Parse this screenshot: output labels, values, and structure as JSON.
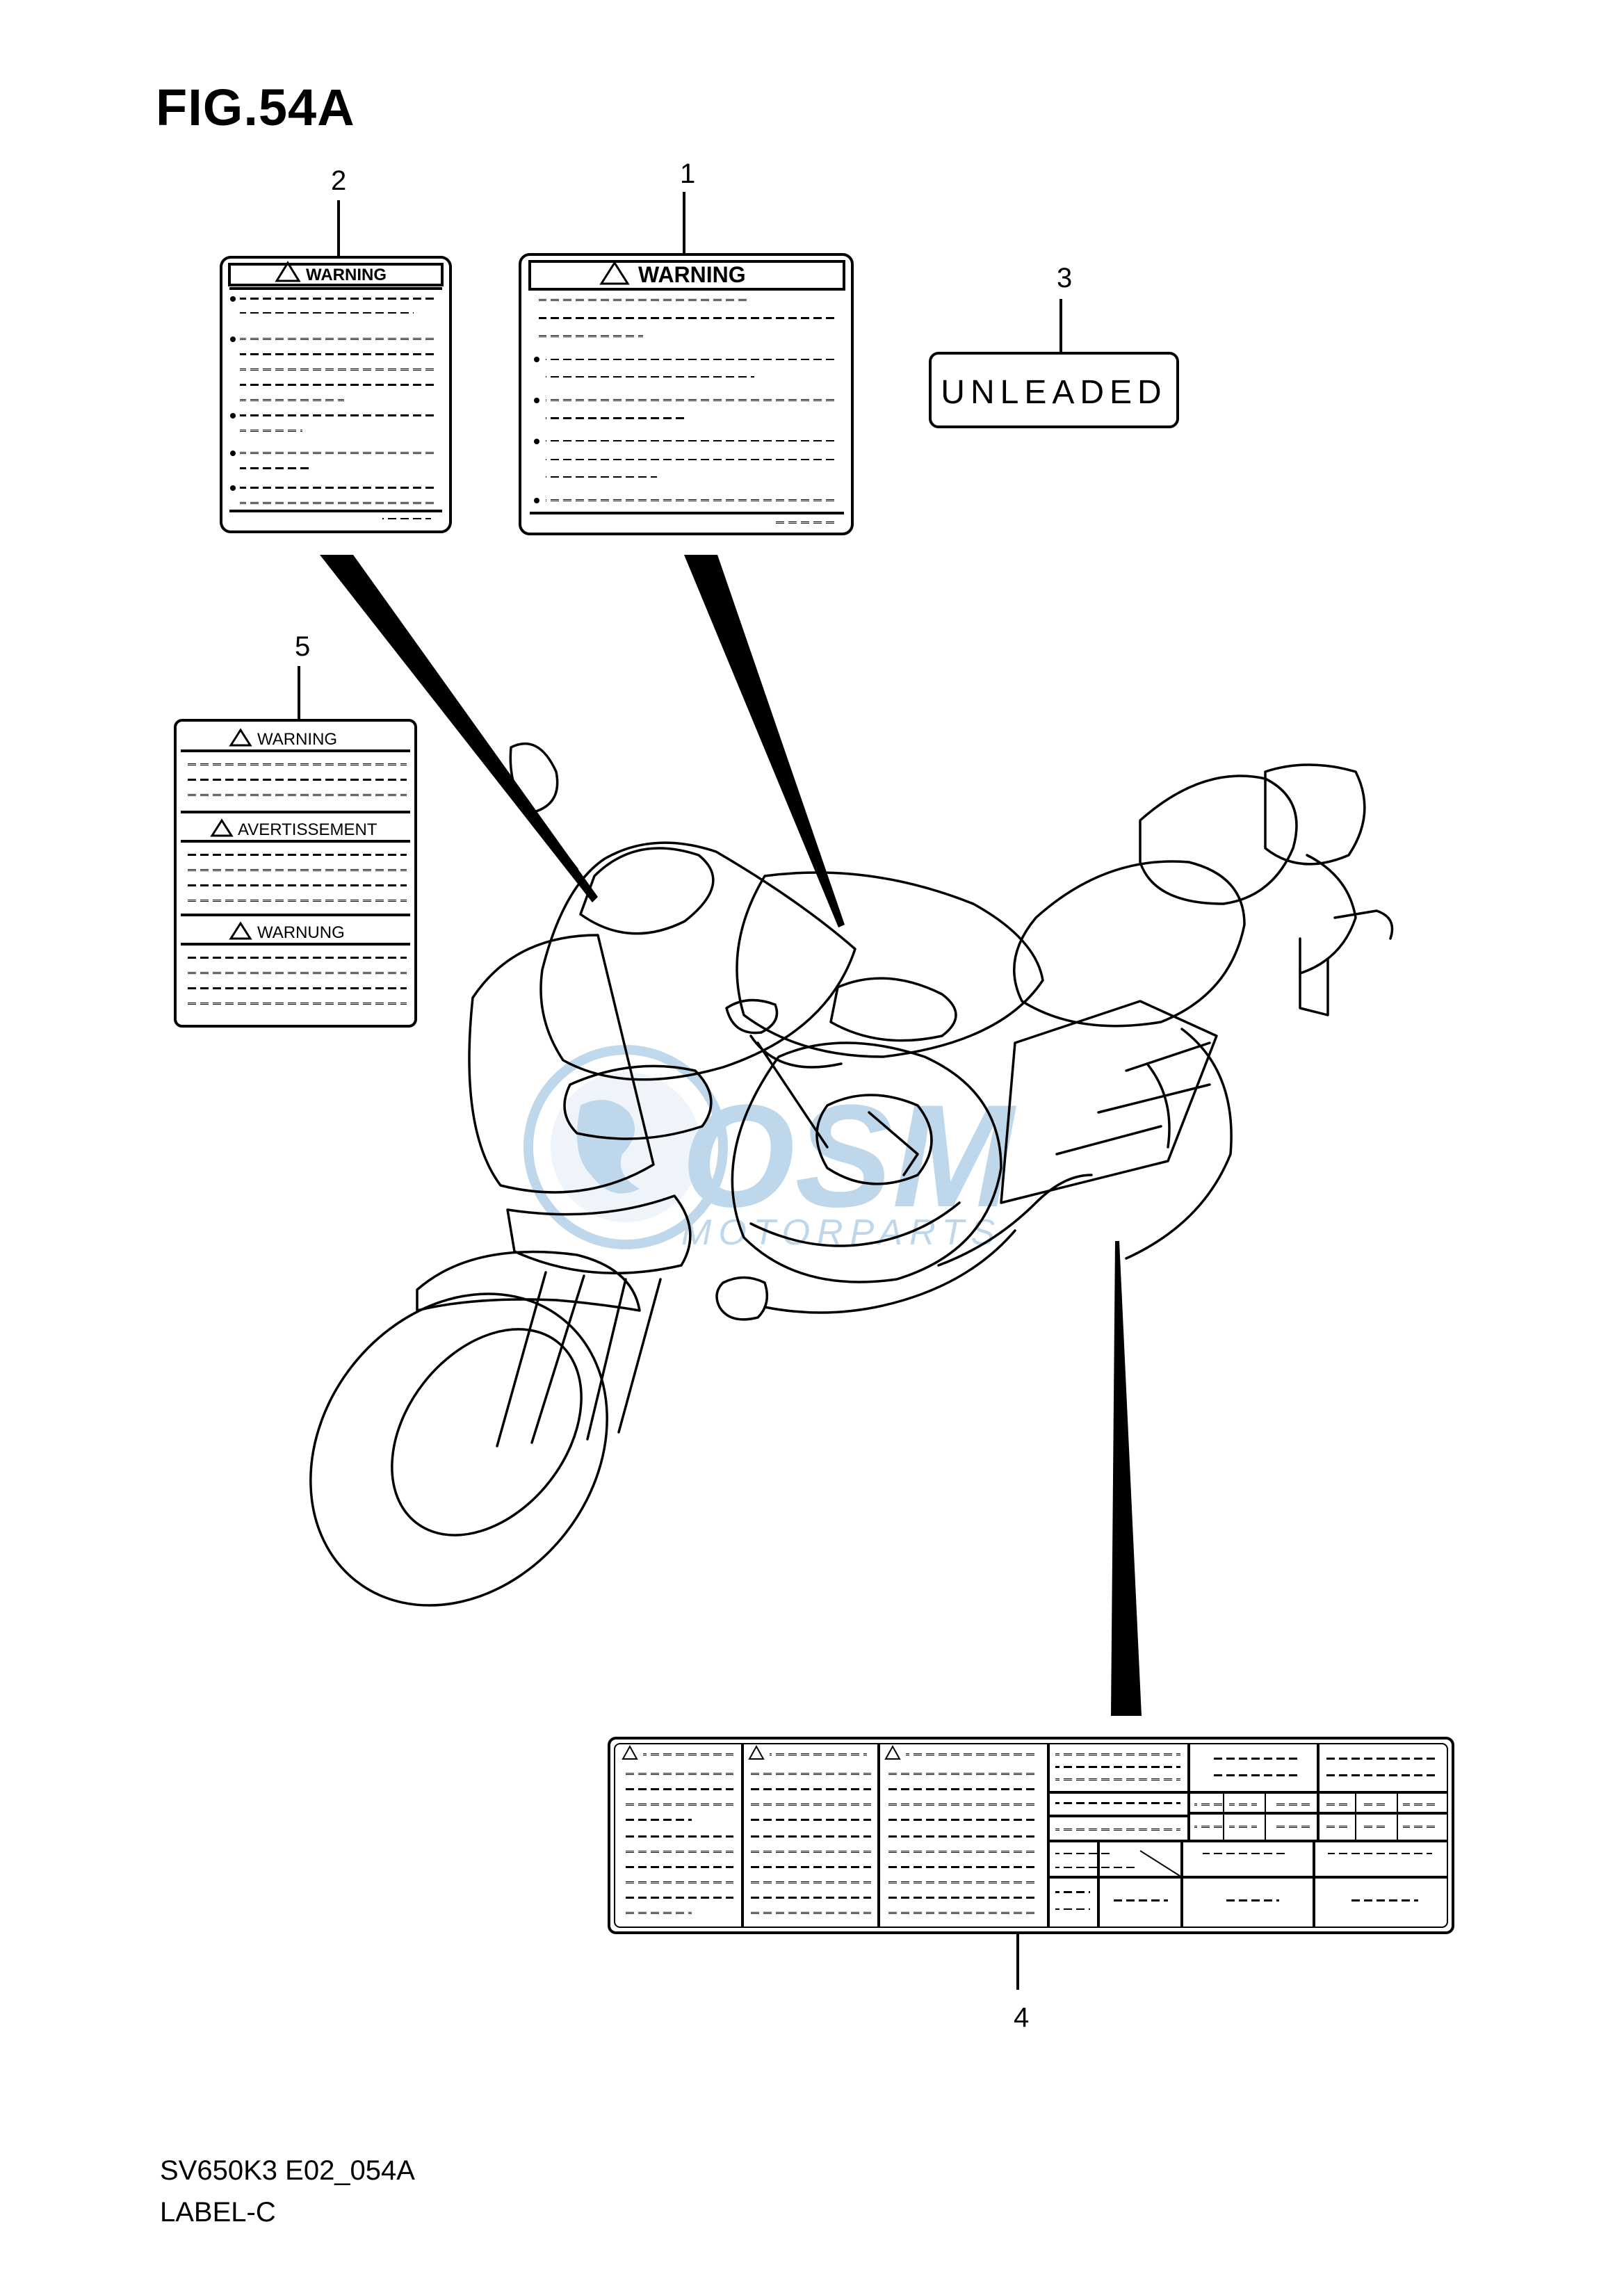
{
  "figure": {
    "title": "FIG.54A",
    "code": "SV650K3 E02_054A",
    "name": "LABEL-C"
  },
  "callouts": {
    "c1": "1",
    "c2": "2",
    "c3": "3",
    "c4": "4",
    "c5": "5"
  },
  "labels": {
    "label1_heading": "WARNING",
    "label2_heading": "WARNING",
    "label3_text": "UNLEADED",
    "label5_heading_1": "WARNING",
    "label5_heading_2": "AVERTISSEMENT",
    "label5_heading_3": "WARNUNG"
  },
  "watermark": {
    "brand": "MOTORPARTS",
    "color": "#4a90c8"
  }
}
